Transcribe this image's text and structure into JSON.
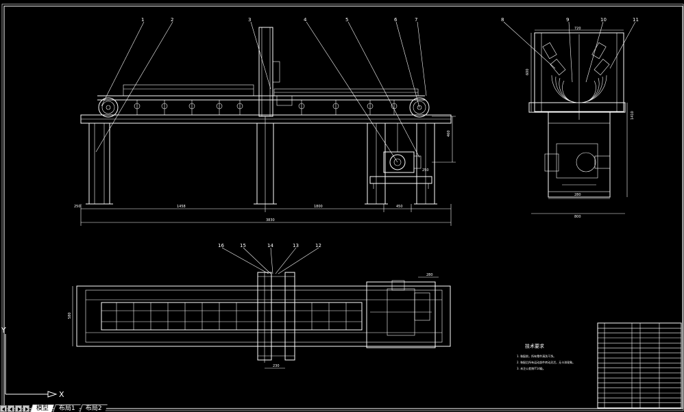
{
  "drawing": {
    "background_color": "#000000",
    "line_color": "#ffffff",
    "front_view": {
      "part_numbers": [
        "1",
        "2",
        "3",
        "4",
        "5",
        "6",
        "7"
      ],
      "dimensions": {
        "left_end": "250",
        "span_1": "1458",
        "span_2": "1800",
        "span_3": "450",
        "overall": "3830",
        "height": "460",
        "drive": "250"
      }
    },
    "side_view": {
      "part_numbers": [
        "8",
        "9",
        "10",
        "11"
      ],
      "dimensions": {
        "top": "720",
        "left_height": "600",
        "right_height": "1410",
        "base": "280",
        "bottom": "800"
      }
    },
    "top_view": {
      "part_numbers": [
        "16",
        "15",
        "14",
        "13",
        "12"
      ],
      "dimensions": {
        "width": "580",
        "section": "230",
        "bottom": "280"
      }
    },
    "tech_requirements": {
      "title": "技术要求",
      "items": [
        "1. 装配前，所有零件清洗干净。",
        "2. 装配后所有运动部件转动灵活，无卡滞现象。",
        "3. 未注公差按IT14级。"
      ]
    },
    "title_block": {
      "rows": 17
    }
  },
  "ucs_icon": {
    "x_label": "X",
    "y_label": "Y"
  },
  "layout_tabs": {
    "items": [
      {
        "label": "模型",
        "active": true
      },
      {
        "label": "布局1",
        "active": false
      },
      {
        "label": "布局2",
        "active": false
      }
    ]
  }
}
